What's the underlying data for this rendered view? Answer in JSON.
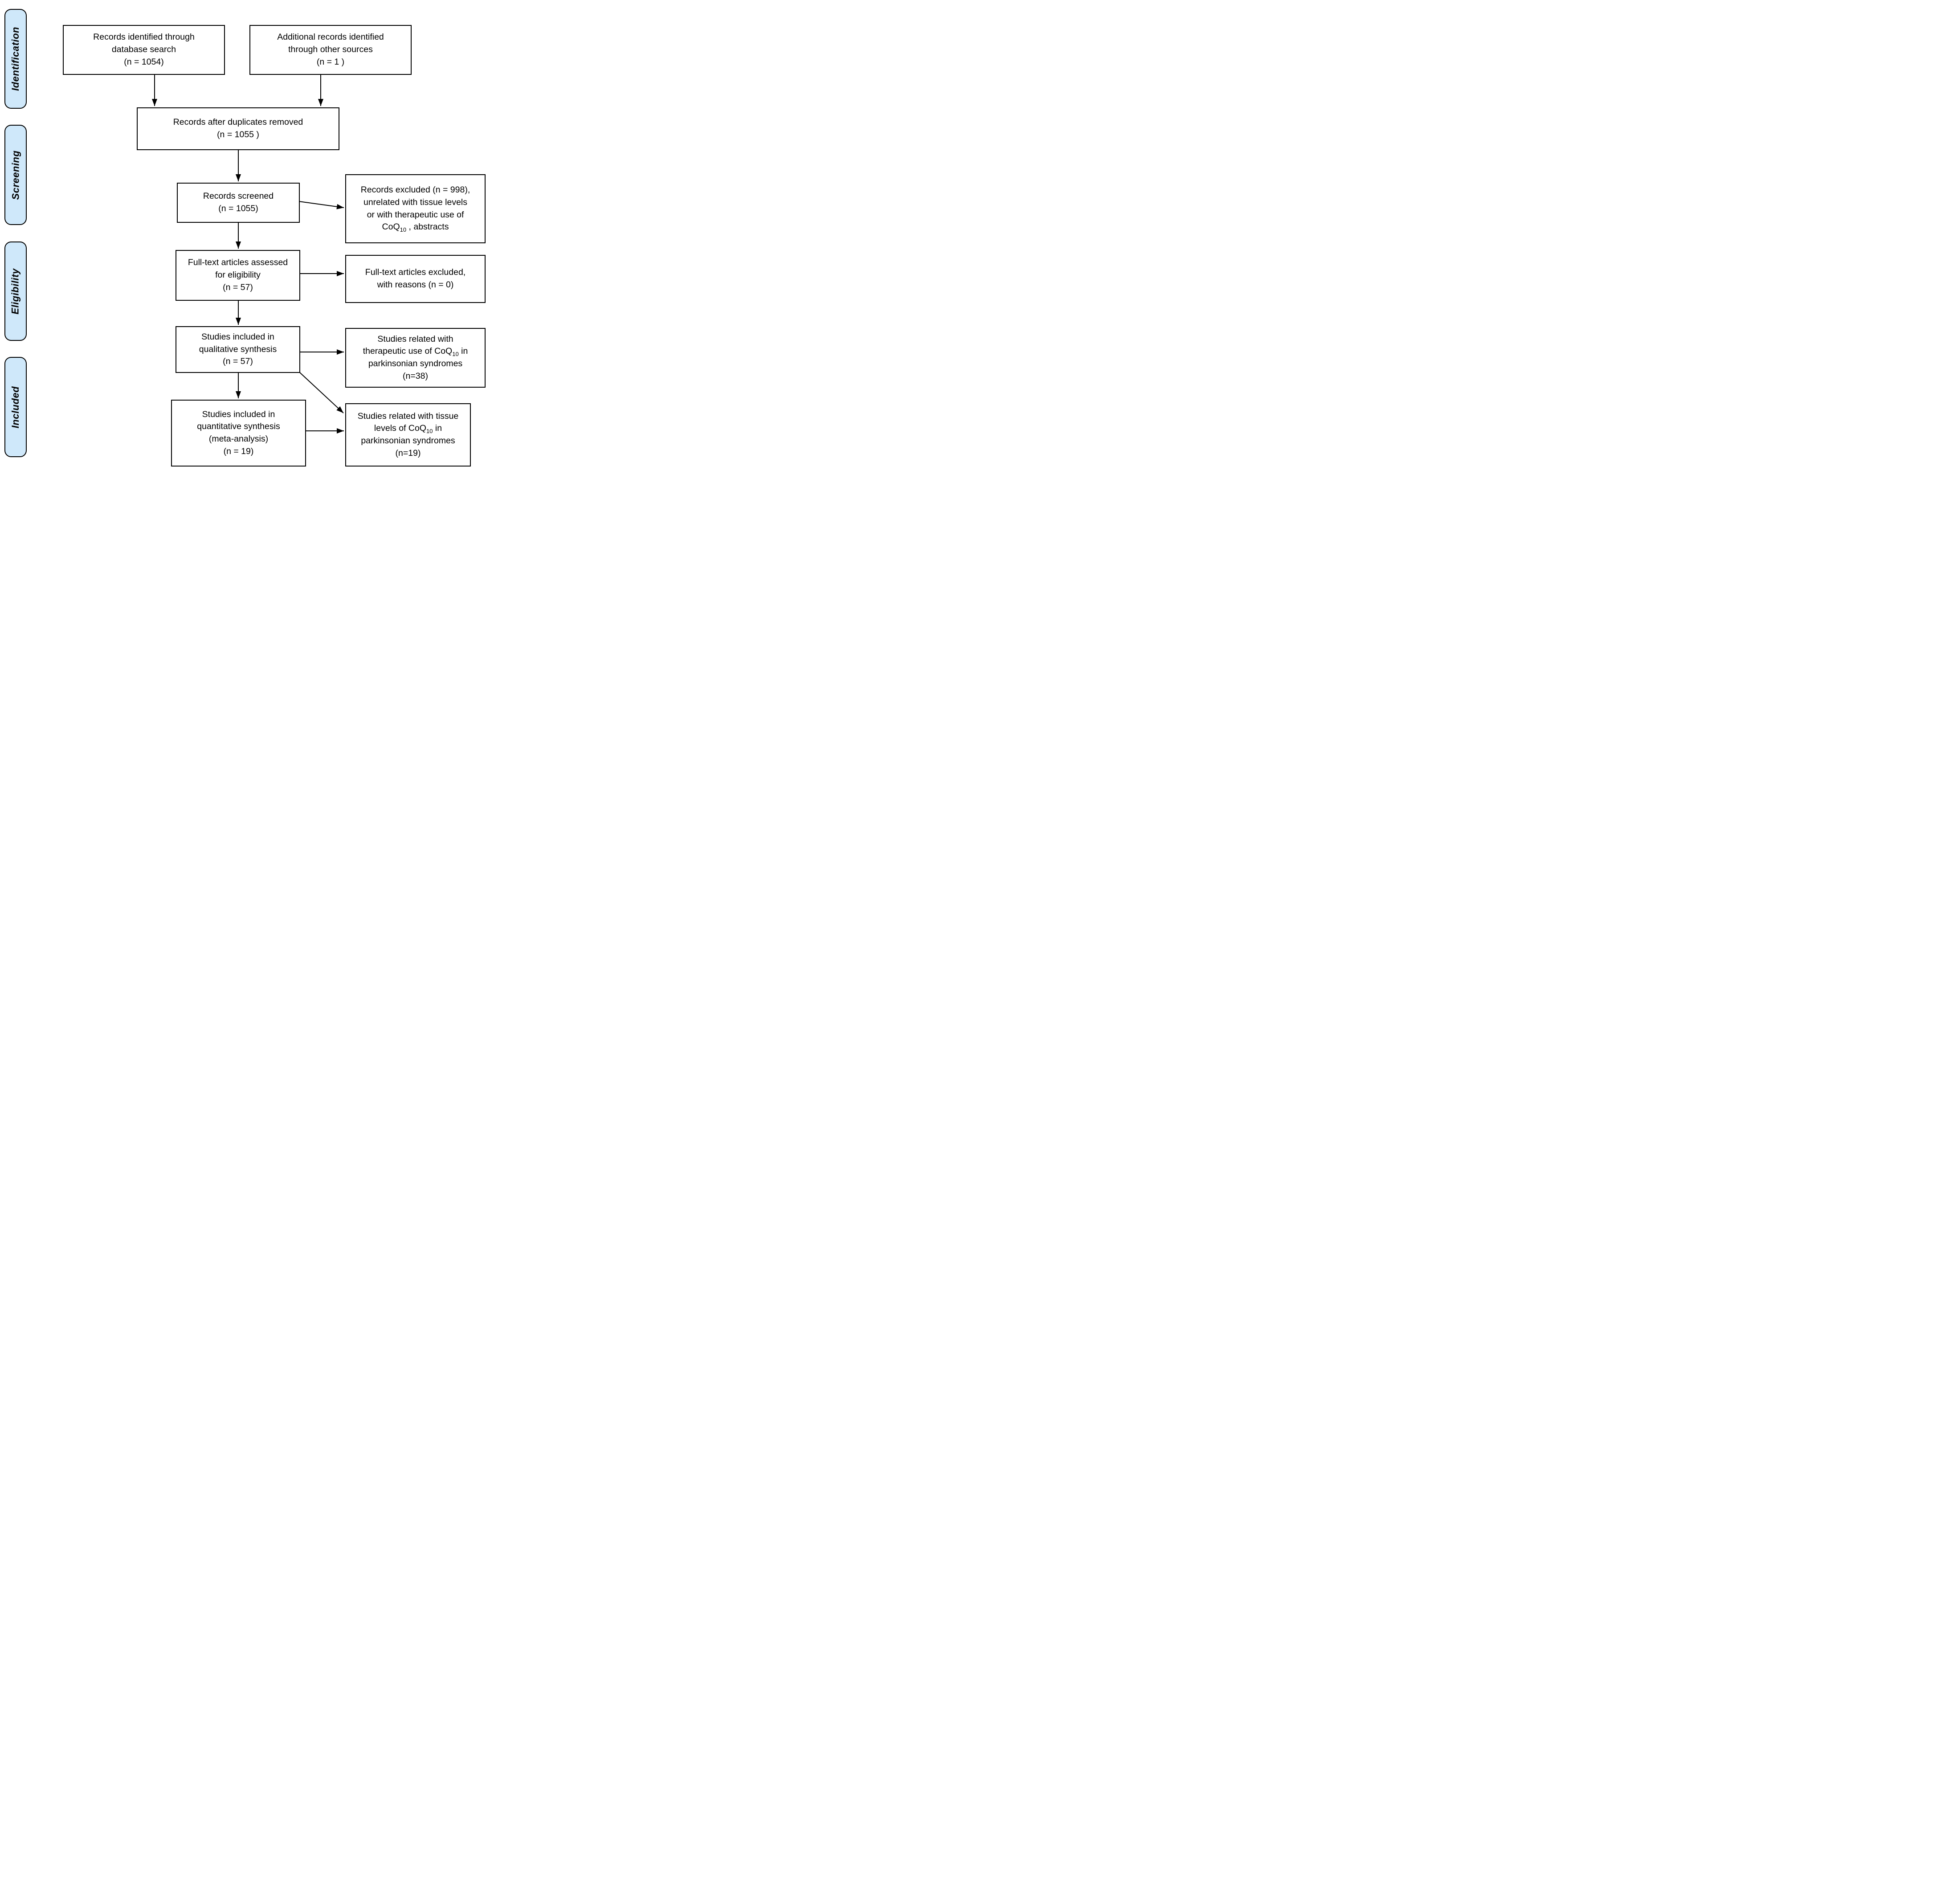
{
  "colors": {
    "stage_fill": "#cfe8fa",
    "line_color": "#000000",
    "box_fill": "#ffffff"
  },
  "stages": [
    {
      "label": "Identification"
    },
    {
      "label": "Screening"
    },
    {
      "label": "Eligibility"
    },
    {
      "label": "Included"
    }
  ],
  "boxes": {
    "records_identified": {
      "lines": [
        "Records identified through",
        "database search",
        "(n = 1054)"
      ]
    },
    "additional_records": {
      "lines": [
        "Additional records identified",
        "through other sources",
        "(n = 1 )"
      ]
    },
    "after_duplicates": {
      "lines": [
        "Records after duplicates removed",
        "(n = 1055 )"
      ]
    },
    "records_screened": {
      "lines": [
        "Records screened",
        "(n = 1055)"
      ]
    },
    "records_excluded": {
      "line1": "Records excluded (n = 998),",
      "line2": "unrelated with tissue levels",
      "line3": "or with therapeutic use of",
      "coq_pre": "CoQ",
      "coq_sub": "10",
      "coq_post": " , abstracts"
    },
    "fulltext_assessed": {
      "lines": [
        "Full-text articles assessed",
        "for eligibility",
        "(n = 57)"
      ]
    },
    "fulltext_excluded": {
      "lines": [
        "Full-text articles excluded,",
        "with reasons (n = 0)"
      ]
    },
    "qualitative": {
      "lines": [
        "Studies included in",
        "qualitative synthesis",
        "(n = 57)"
      ]
    },
    "therapeutic_related": {
      "line1": "Studies related with",
      "coq_pre": "therapeutic use of CoQ",
      "coq_sub": "10",
      "coq_post": " in",
      "line3": "parkinsonian syndromes",
      "line4": "(n=38)"
    },
    "quantitative": {
      "lines": [
        "Studies included in",
        "quantitative synthesis",
        "(meta-analysis)",
        "(n = 19)"
      ]
    },
    "tissue_related": {
      "line1": "Studies related with tissue",
      "coq_pre": "levels of CoQ",
      "coq_sub": "10",
      "coq_post": " in",
      "line3": "parkinsonian syndromes",
      "line4": "(n=19)"
    }
  }
}
